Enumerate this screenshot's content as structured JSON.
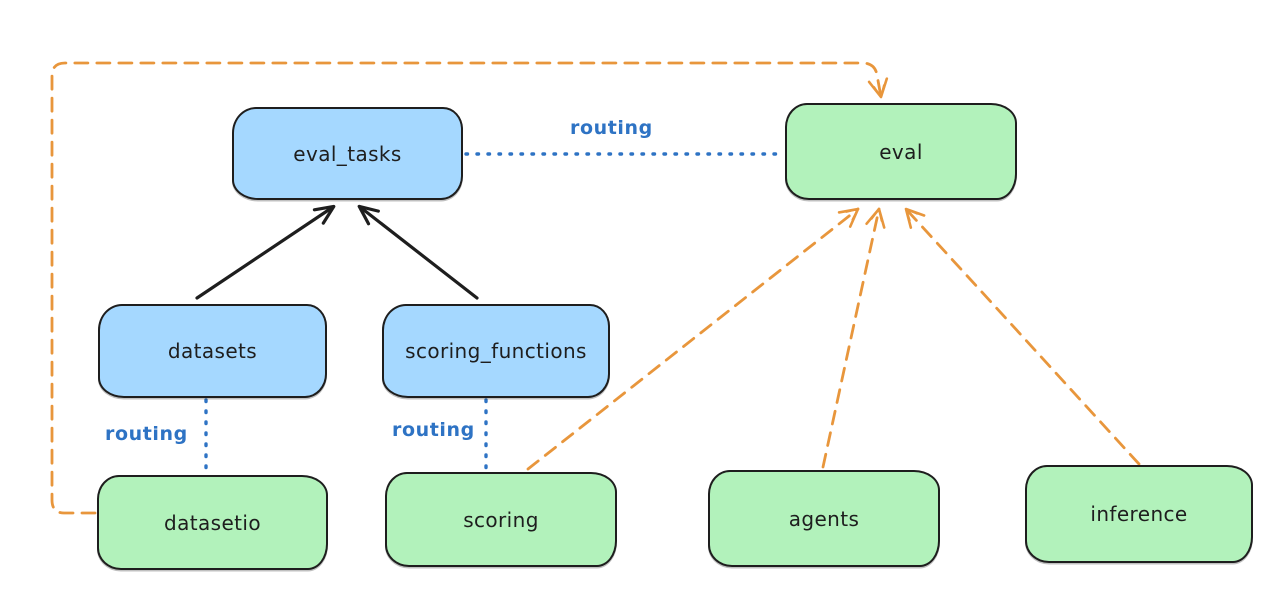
{
  "diagram": {
    "background_color": "#ffffff",
    "colors": {
      "resource_node_fill": "#a5d8ff",
      "api_node_fill": "#b2f2bb",
      "node_stroke": "#1e1e1e",
      "node_text": "#1e1e1e",
      "routing_line": "#2e73c4",
      "routing_label_text": "#2e73c4",
      "dependency_line": "#e8963c",
      "registration_line": "#1e1e1e"
    },
    "nodes": [
      {
        "id": "eval_tasks",
        "label": "eval_tasks",
        "kind": "resource",
        "fill": "#a5d8ff"
      },
      {
        "id": "eval",
        "label": "eval",
        "kind": "api",
        "fill": "#b2f2bb"
      },
      {
        "id": "datasets",
        "label": "datasets",
        "kind": "resource",
        "fill": "#a5d8ff"
      },
      {
        "id": "scoring_functions",
        "label": "scoring_functions",
        "kind": "resource",
        "fill": "#a5d8ff"
      },
      {
        "id": "datasetio",
        "label": "datasetio",
        "kind": "api",
        "fill": "#b2f2bb"
      },
      {
        "id": "scoring",
        "label": "scoring",
        "kind": "api",
        "fill": "#b2f2bb"
      },
      {
        "id": "agents",
        "label": "agents",
        "kind": "api",
        "fill": "#b2f2bb"
      },
      {
        "id": "inference",
        "label": "inference",
        "kind": "api",
        "fill": "#b2f2bb"
      }
    ],
    "edges": [
      {
        "from": "datasets",
        "to": "eval_tasks",
        "style": "solid-black-arrow",
        "label": ""
      },
      {
        "from": "scoring_functions",
        "to": "eval_tasks",
        "style": "solid-black-arrow",
        "label": ""
      },
      {
        "from": "eval_tasks",
        "to": "eval",
        "style": "dotted-blue",
        "label": "routing"
      },
      {
        "from": "datasets",
        "to": "datasetio",
        "style": "dotted-blue",
        "label": "routing"
      },
      {
        "from": "scoring_functions",
        "to": "scoring",
        "style": "dotted-blue",
        "label": "routing"
      },
      {
        "from": "datasetio",
        "to": "eval",
        "style": "dashed-orange-arrow",
        "label": ""
      },
      {
        "from": "scoring",
        "to": "eval",
        "style": "dashed-orange-arrow",
        "label": ""
      },
      {
        "from": "agents",
        "to": "eval",
        "style": "dashed-orange-arrow",
        "label": ""
      },
      {
        "from": "inference",
        "to": "eval",
        "style": "dashed-orange-arrow",
        "label": ""
      }
    ]
  }
}
